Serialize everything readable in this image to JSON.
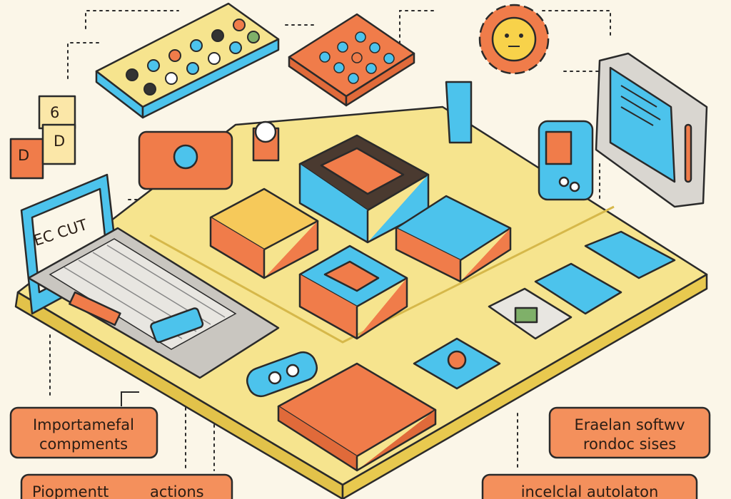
{
  "colors": {
    "background": "#fbf6e8",
    "board": "#f6e48e",
    "board_edge": "#e2c24a",
    "orange": "#f07c4a",
    "blue": "#4cc3ec",
    "dark": "#2a2a2a"
  },
  "laptop": {
    "screen_text": "EC CUT"
  },
  "blocks": {
    "top": "6",
    "middle": "D",
    "left": "D"
  },
  "labels": [
    {
      "line1": "Importamefal",
      "line2": "compments"
    },
    {
      "line1": "Piopmentt",
      "line2": "actions"
    },
    {
      "line1": "Eraelan softwv",
      "line2": "rondoc sises"
    },
    {
      "line1": "incelclal autolaton",
      "line2": ""
    }
  ]
}
